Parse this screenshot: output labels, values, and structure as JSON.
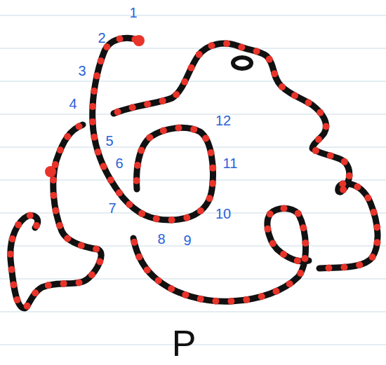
{
  "diagram": {
    "labels": [
      "1",
      "2",
      "3",
      "4",
      "5",
      "6",
      "7",
      "8",
      "9",
      "10",
      "11",
      "12",
      "P"
    ]
  }
}
